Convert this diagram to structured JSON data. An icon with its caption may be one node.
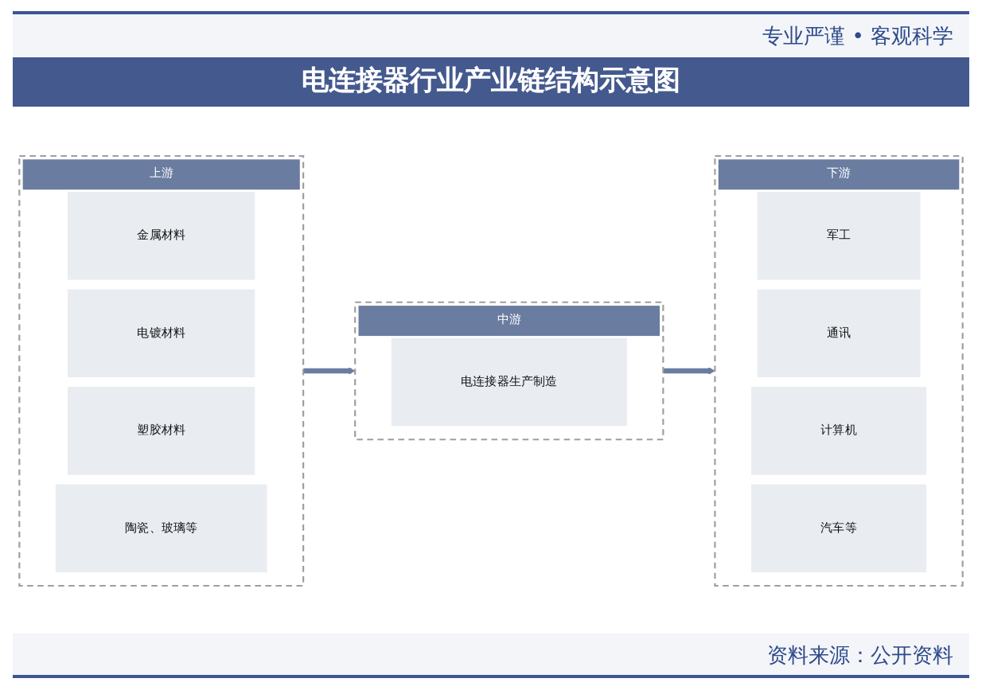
{
  "diagram": {
    "title": "电连接器行业产业链结构示意图",
    "nodes": [
      {
        "text": [
          "上游"
        ]
      },
      {
        "text": [
          "金属材料"
        ],
        "in": 0
      },
      {
        "text": [
          "电镀材料"
        ],
        "in": 0
      },
      {
        "text": [
          "塑胶材料"
        ],
        "in": 0
      },
      {
        "text": [
          "陶瓷、玻璃等"
        ],
        "in": 0
      },
      {
        "text": [
          "中游"
        ]
      },
      {
        "text": [
          "电连接器生产制造"
        ],
        "in": 5
      },
      {
        "text": [
          "下游"
        ]
      },
      {
        "text": [
          "军工"
        ],
        "in": 7
      },
      {
        "text": [
          "通讯"
        ],
        "in": 7
      },
      {
        "text": [
          "计算机"
        ],
        "in": 7
      },
      {
        "text": [
          "汽车等"
        ],
        "in": 7
      }
    ],
    "edges": [
      {
        "from": 0,
        "to": 5,
        "arrow": "to"
      },
      {
        "from": 5,
        "to": 7,
        "arrow": "to"
      }
    ],
    "labels": [
      "专业严谨 • 客观科学",
      "资料来源：公开资料"
    ]
  }
}
